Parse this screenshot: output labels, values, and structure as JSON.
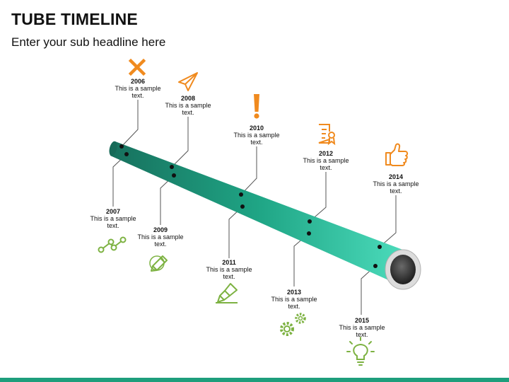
{
  "header": {
    "title": "TUBE TIMELINE",
    "subtitle": "Enter your sub headline here"
  },
  "colors": {
    "tube_dark": "#17705d",
    "tube_mid": "#1fa585",
    "tube_light": "#4cdcbc",
    "orange": "#f08a1e",
    "green": "#7db242",
    "connector": "#555555",
    "footer": "#1e9e7c"
  },
  "milestones": [
    {
      "year": "2006",
      "text": "This is a sample text.",
      "icon": "close-x-icon",
      "side": "above"
    },
    {
      "year": "2007",
      "text": "This is a sample text.",
      "icon": "line-graph-icon",
      "side": "below"
    },
    {
      "year": "2008",
      "text": "This is a sample text.",
      "icon": "paper-plane-icon",
      "side": "above"
    },
    {
      "year": "2009",
      "text": "This is a sample text.",
      "icon": "pencil-icon",
      "side": "below"
    },
    {
      "year": "2010",
      "text": "This is a sample text.",
      "icon": "exclamation-icon",
      "side": "above"
    },
    {
      "year": "2011",
      "text": "This is a sample text.",
      "icon": "highlighter-icon",
      "side": "below"
    },
    {
      "year": "2012",
      "text": "This is a sample text.",
      "icon": "certificate-icon",
      "side": "above"
    },
    {
      "year": "2013",
      "text": "This is a sample text.",
      "icon": "gears-icon",
      "side": "below"
    },
    {
      "year": "2014",
      "text": "This is a sample text.",
      "icon": "thumbs-up-icon",
      "side": "above"
    },
    {
      "year": "2015",
      "text": "This is a sample text.",
      "icon": "light-bulb-icon",
      "side": "below"
    }
  ]
}
